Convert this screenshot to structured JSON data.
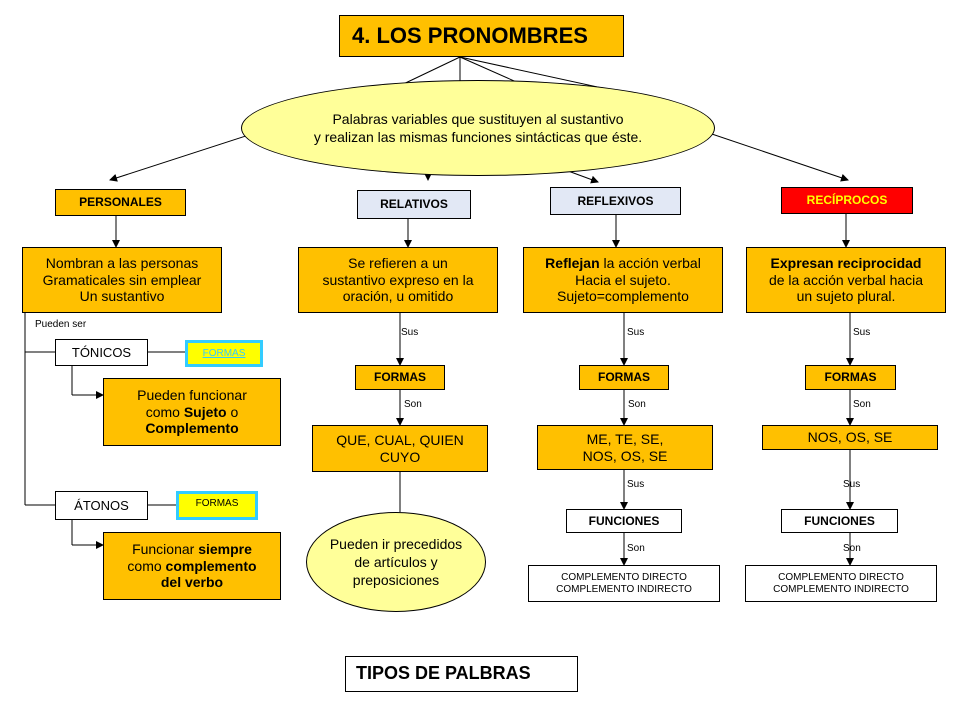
{
  "title": "4. LOS PRONOMBRES",
  "definition": "Palabras variables que sustituyen al sustantivo\ny realizan las mismas funciones sintácticas que éste.",
  "footer": "TIPOS DE PALBRAS",
  "categories": {
    "personales": {
      "label": "PERSONALES",
      "description": "Nombran a las personas\nGramaticales sin emplear\nUn sustantivo",
      "pueden_ser": "Pueden ser",
      "tonicos": {
        "label": "TÓNICOS",
        "formas": "FORMAS",
        "description_parts": [
          "Pueden funcionar\ncomo ",
          "Sujeto",
          " o\n",
          "Complemento"
        ]
      },
      "atonos": {
        "label": "ÁTONOS",
        "formas": "FORMAS",
        "description_parts": [
          "Funcionar ",
          "siempre",
          "\ncomo ",
          "complemento\ndel verbo"
        ]
      }
    },
    "relativos": {
      "label": "RELATIVOS",
      "description": "Se refieren a un\nsustantivo expreso en la\noración, u omitido",
      "sus": "Sus",
      "formas": "FORMAS",
      "son": "Son",
      "values": "QUE, CUAL, QUIEN\nCUYO",
      "note": "Pueden ir precedidos\nde artículos y\npreposiciones"
    },
    "reflexivos": {
      "label": "REFLEXIVOS",
      "description_parts": [
        "Reflejan",
        " la acción verbal\nHacia el sujeto.\nSujeto=complemento"
      ],
      "sus": "Sus",
      "formas": "FORMAS",
      "son": "Son",
      "values": "ME, TE, SE,\nNOS, OS, SE",
      "sus2": "Sus",
      "funciones": "FUNCIONES",
      "son2": "Son",
      "funciones_values": "COMPLEMENTO DIRECTO\nCOMPLEMENTO INDIRECTO"
    },
    "reciprocos": {
      "label": "RECÍPROCOS",
      "description_parts": [
        "Expresan reciprocidad",
        "\nde la acción verbal hacia\nun sujeto plural."
      ],
      "sus": "Sus",
      "formas": "FORMAS",
      "son": "Son",
      "values": "NOS, OS, SE",
      "sus2": "Sus",
      "funciones": "FUNCIONES",
      "son2": "Son",
      "funciones_values": "COMPLEMENTO DIRECTO\nCOMPLEMENTO INDIRECTO"
    }
  },
  "colors": {
    "orange": "#ffc000",
    "ellipse": "#ffff99",
    "red": "#ff0000",
    "light_blue": "#e2e8f5",
    "cyan": "#33ccff",
    "yellow": "#ffff00"
  }
}
